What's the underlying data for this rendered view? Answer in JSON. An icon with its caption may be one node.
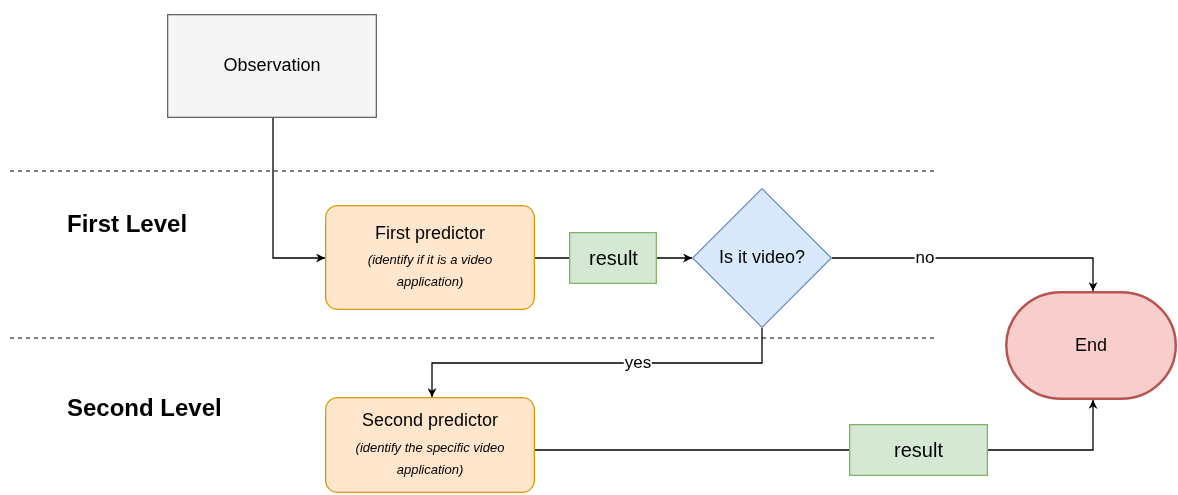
{
  "diagram": {
    "nodes": [
      {
        "text": [
          "Observation"
        ]
      },
      {
        "text": [
          "First predictor",
          "(identify if it is a video application)"
        ]
      },
      {
        "text": [
          "result"
        ]
      },
      {
        "text": [
          "Is it video?"
        ]
      },
      {
        "text": [
          "End"
        ]
      },
      {
        "text": [
          "Second predictor",
          "(identify the specific video application)"
        ]
      },
      {
        "text": [
          "result"
        ]
      }
    ],
    "edges": [
      {
        "from": 0,
        "to": 1,
        "arrow": "to"
      },
      {
        "from": 1,
        "to": 2,
        "arrow": "none"
      },
      {
        "from": 2,
        "to": 3,
        "arrow": "to"
      },
      {
        "from": 3,
        "to": 4,
        "arrow": "to",
        "label": "no"
      },
      {
        "from": 3,
        "to": 5,
        "arrow": "to",
        "label": "yes"
      },
      {
        "from": 5,
        "to": 6,
        "arrow": "none"
      },
      {
        "from": 6,
        "to": 4,
        "arrow": "to"
      }
    ],
    "labels": [
      "First Level",
      "Second Level"
    ]
  }
}
